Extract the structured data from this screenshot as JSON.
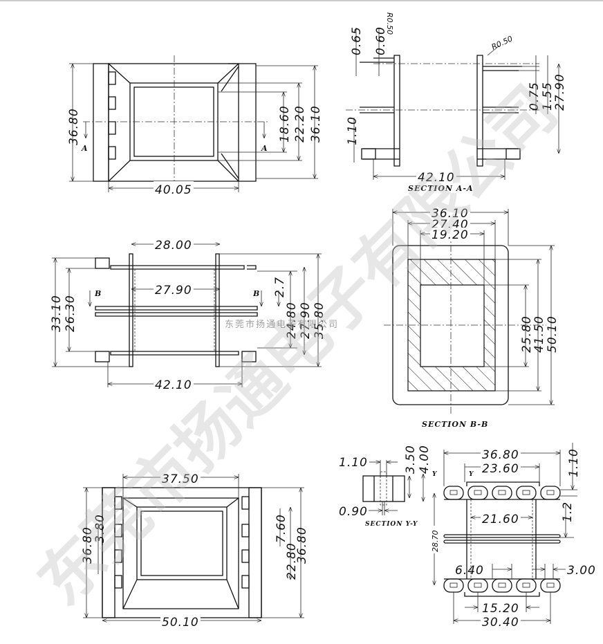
{
  "watermark": {
    "large": "东莞市扬通电子有限公司",
    "small": "东莞市扬通电子有限公司"
  },
  "view_top_left": {
    "d_height": "36.80",
    "d_width": "40.05",
    "d_18_60": "18.60",
    "d_22_20": "22.20",
    "d_36_10": "36.10",
    "sec_marker_left": "A",
    "sec_marker_right": "A"
  },
  "view_section_a": {
    "d_0_65": "0.65",
    "d_0_60": "0.60",
    "r_left": "R0.50",
    "r_right": "R0.50",
    "d_0_75": "0.75",
    "d_1_55": "1.55",
    "d_27_90": "27.90",
    "d_1_10": "1.10",
    "d_42_10": "42.10",
    "title": "SECTION A-A"
  },
  "view_side": {
    "d_28_00": "28.00",
    "d_27_90": "27.90",
    "d_42_10": "42.10",
    "d_33_10": "33.10",
    "d_26_30": "26.30",
    "d_2_7": "2.7",
    "d_24_80": "24.80",
    "d_27_90b": "27.90",
    "d_35_80": "35.80",
    "marker_left": "B",
    "marker_right": "B"
  },
  "view_section_b": {
    "d_36_10": "36.10",
    "d_27_40": "27.40",
    "d_19_20": "19.20",
    "d_25_80": "25.80",
    "d_41_50": "41.50",
    "d_50_10": "50.10",
    "title": "SECTION B-B"
  },
  "view_bottom_left": {
    "d_37_50": "37.50",
    "d_50_10": "50.10",
    "d_36_80_left": "36.80",
    "d_3_80": "3.80",
    "d_7_60": "7.60",
    "d_22_80": "22.80",
    "d_36_80_right": "36.80"
  },
  "view_section_y": {
    "d_1_10": "1.10",
    "d_0_90": "0.90",
    "d_3_50": "3.50",
    "d_4_00": "4.00",
    "title": "SECTION Y-Y"
  },
  "view_bottom_right": {
    "d_36_80": "36.80",
    "d_23_60": "23.60",
    "d_1_10": "1.10",
    "d_1_2": "1.2",
    "d_21_60": "21.60",
    "d_28_70": "28.70",
    "d_6_40": "6.40",
    "d_3_00": "3.00",
    "d_15_20": "15.20",
    "d_30_40": "30.40",
    "marker_y1": "Y",
    "marker_y2": "Y"
  }
}
